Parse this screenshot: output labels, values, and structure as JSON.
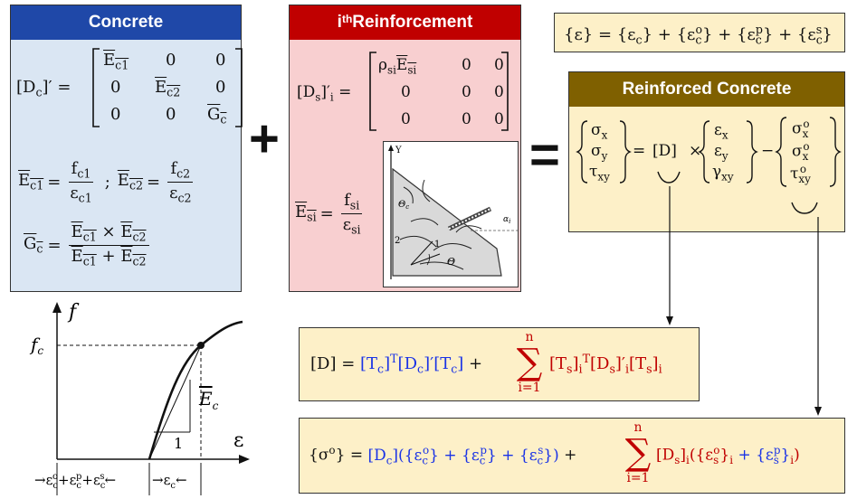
{
  "concrete": {
    "title": "Concrete",
    "matrix_lhs": "[D",
    "matrix_lhs_sub": "c",
    "matrix_lhs_end": "]′ =",
    "row1": [
      "E",
      "0",
      "0"
    ],
    "row2": [
      "0",
      "E",
      "0"
    ],
    "row3": [
      "0",
      "0",
      "G"
    ],
    "ec1": "E",
    "ec1_sub": "c1",
    "fc1": "f",
    "fc1_sub": "c1",
    "epsc1": "ε",
    "epsc1_sub": "c1",
    "sep": ";",
    "ec2": "E",
    "ec2_sub": "c2",
    "fc2": "f",
    "fc2_sub": "c2",
    "epsc2": "ε",
    "epsc2_sub": "c2",
    "gc": "G",
    "gc_sub": "c",
    "gc_num": "E",
    "gc_times": "×",
    "gc_plus": "+"
  },
  "reinforcement": {
    "title_pre": "i",
    "title_sup": "th",
    "title_post": " Reinforcement",
    "lhs": "[D",
    "lhs_sub": "s",
    "lhs_end": "]′",
    "lhs_i": "i",
    "rho": "ρ",
    "rho_sub": "si",
    "esi": "E",
    "esi_sub": "si",
    "fsi": "f",
    "fsi_sub": "si",
    "epssi": "ε",
    "epssi_sub": "si",
    "zero": "0",
    "fig": {
      "y_label": "Y",
      "alpha_label": "α",
      "alpha_sub": "i",
      "theta_c_label": "Θ",
      "theta_c_sub": "c",
      "theta_label": "Θ",
      "label_1": "1",
      "label_2": "2"
    }
  },
  "operators": {
    "plus": "+",
    "equals": "="
  },
  "strain_eq": {
    "lhs": "{ε} = {ε",
    "c": "c",
    "mid1": "} + {ε",
    "o": "o",
    "mid2": "} + {ε",
    "p": "p",
    "mid3": "} + {ε",
    "s": "s",
    "end": "}"
  },
  "reinforced": {
    "title": "Reinforced Concrete",
    "sigma_x": "σ",
    "sigma_y": "σ",
    "tau_xy": "τ",
    "eps_x": "ε",
    "eps_y": "ε",
    "gamma_xy": "γ",
    "x": "x",
    "y": "y",
    "xy": "xy",
    "o": "o",
    "D": "[D]",
    "times": "×",
    "minus": "−",
    "eq": "="
  },
  "d_eq": {
    "lhs": "[D] =",
    "tc": "[T",
    "c": "c",
    "T": "T",
    "dc": "[D",
    "prime": "]′",
    "plus": "+",
    "sum_top": "n",
    "sum_bot": "i=1",
    "ts": "[T",
    "s": "s",
    "i": "i",
    "ds": "[D"
  },
  "sigma_eq": {
    "lhs": "{σ",
    "o": "o",
    "lhs_end": "} =",
    "dc": "[D",
    "c": "c",
    "eps": "ε",
    "p": "p",
    "s": "s",
    "plus": "+",
    "sum_top": "n",
    "sum_bot": "i=1",
    "ds": "[D",
    "i": "i"
  },
  "stress_strain_plot": {
    "f_label": "f",
    "fc_label": "f",
    "fc_sub": "c",
    "eps_label": "ε",
    "ec_label": "E",
    "ec_sub": "c",
    "one_label": "1",
    "bottom_left": "ε",
    "bottom_o": "o",
    "bottom_p": "p",
    "bottom_s": "s",
    "bottom_c": "c",
    "bottom_plus": "+"
  }
}
